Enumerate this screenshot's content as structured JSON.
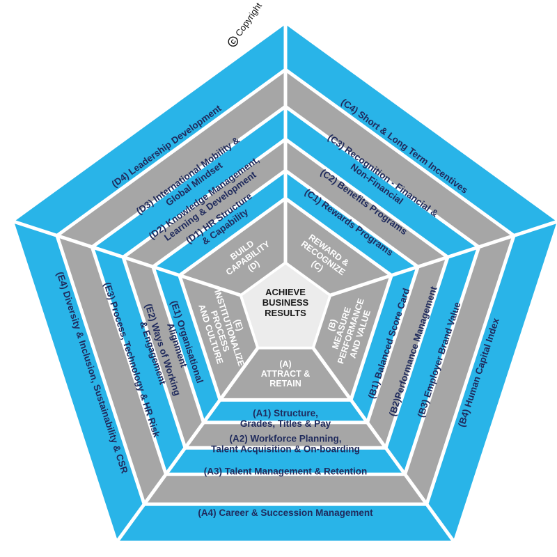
{
  "copyright": "Copyright",
  "center": [
    "ACHIEVE",
    "BUSINESS",
    "RESULTS"
  ],
  "colors": {
    "blue": "#29b4e8",
    "gray": "#a6a6a6",
    "core": "#2671b9",
    "center": "#ececec",
    "text": "#1f2a5c"
  },
  "pillars": [
    {
      "id": "A",
      "core": [
        "(A)",
        "ATTRACT &",
        "RETAIN"
      ],
      "rings": [
        [
          "(A1) Structure,",
          "Grades, Titles & Pay"
        ],
        [
          "(A2) Workforce Planning,",
          "Talent Acquisition & On-boarding"
        ],
        [
          "(A3) Talent Management & Retention"
        ],
        [
          "(A4) Career & Succession Management"
        ]
      ]
    },
    {
      "id": "B",
      "core": [
        "(B)",
        "MEASURE",
        "PERFORMANCE",
        "AND VALUE"
      ],
      "rings": [
        [
          "(B1) Balanced Score Card"
        ],
        [
          "(B2)Performance Management"
        ],
        [
          "(B3) Employer Brand Value"
        ],
        [
          "(B4) Human Capital Index"
        ]
      ]
    },
    {
      "id": "C",
      "core": [
        "REWARD &",
        "RECOGNIZE",
        "(C)"
      ],
      "rings": [
        [
          "(C1) Rewards Programs"
        ],
        [
          "(C2) Benefits Programs"
        ],
        [
          "(C3) Recognition - Financial &",
          "Non-Financial"
        ],
        [
          "(C4) Short & Long Term Incentives"
        ]
      ]
    },
    {
      "id": "D",
      "core": [
        "BUILD",
        "CAPABILITY",
        "(D)"
      ],
      "rings": [
        [
          "(D1) HR Structure",
          "& Capability"
        ],
        [
          "(D2) Knowledge Management,",
          "Learning & Development"
        ],
        [
          "(D3) International Mobility &",
          "Global Mindset"
        ],
        [
          "(D4) Leadership Development"
        ]
      ]
    },
    {
      "id": "E",
      "core": [
        "(E)",
        "INSTITUTIONALIZE",
        "PROCESS",
        "AND CULTURE"
      ],
      "rings": [
        [
          "(E1) Organisational",
          "Alignment"
        ],
        [
          "(E2) Ways of Working",
          "& Engagement"
        ],
        [
          "(E3) Process, Technology & HR Risk"
        ],
        [
          "(E4) Diversity & Inclusion, Sustainability & CSR"
        ]
      ]
    }
  ]
}
